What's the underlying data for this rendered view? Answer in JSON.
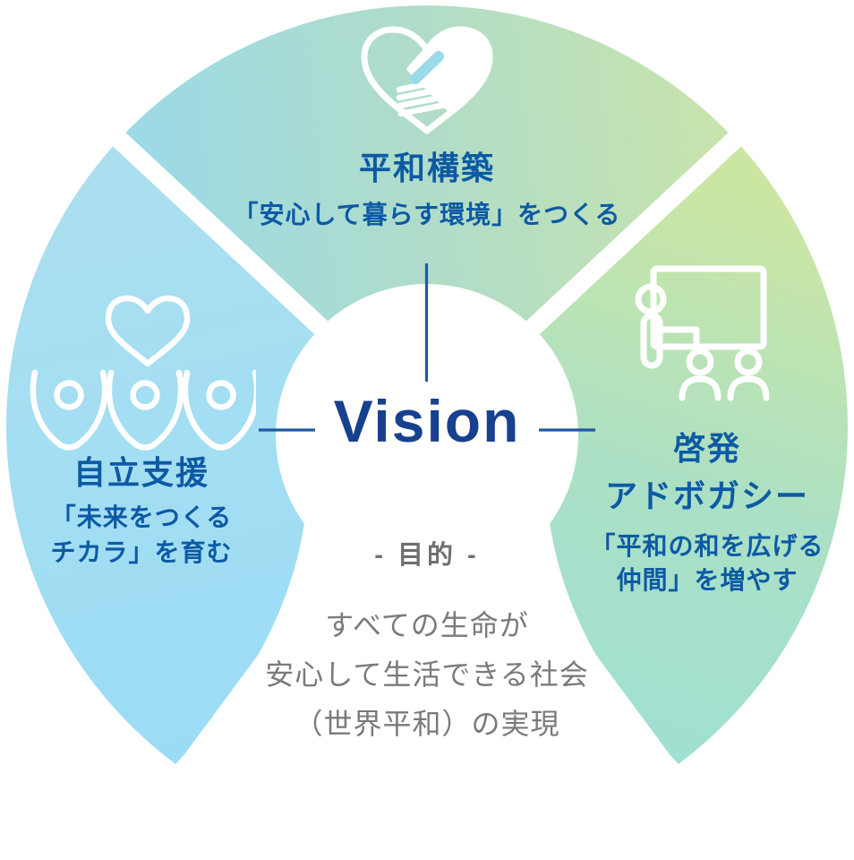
{
  "center": {
    "title": "Vision",
    "purpose_label": "- 目的 -",
    "purpose_line1": "すべての生命が",
    "purpose_line2": "安心して生活できる社会",
    "purpose_line3": "（世界平和）の実現"
  },
  "segments": {
    "top": {
      "title": "平和構築",
      "subtitle": "「安心して暮らす環境」をつくる",
      "icon": "heart-handshake-icon"
    },
    "left": {
      "title": "自立支援",
      "subtitle_line1": "「未来をつくる",
      "subtitle_line2": "チカラ」を育む",
      "icon": "cheering-people-heart-icon"
    },
    "right": {
      "title_line1": "啓発",
      "title_line2": "アドボガシー",
      "subtitle_line1": "「平和の和を広げる",
      "subtitle_line2": "仲間」を増やす",
      "icon": "presentation-board-icon"
    }
  },
  "colors": {
    "heading_blue": "#0d5aa4",
    "vision_navy": "#17418f",
    "connector_blue": "#1e5aa6",
    "purpose_gray": "#6f6f6f",
    "body_gray": "#7a7a7a",
    "left_blue_start": "#abdff0",
    "left_blue_end": "#9adcf5",
    "top_teal_start": "#9adae9",
    "top_mint_mid": "#b0dcc9",
    "top_green_end": "#c8e4ab",
    "right_yellow_green": "#cbe6a3",
    "right_mint_mid": "#abe0c5",
    "right_teal_end": "#9ee0d4",
    "icon_white": "#ffffff",
    "background": "#ffffff"
  }
}
